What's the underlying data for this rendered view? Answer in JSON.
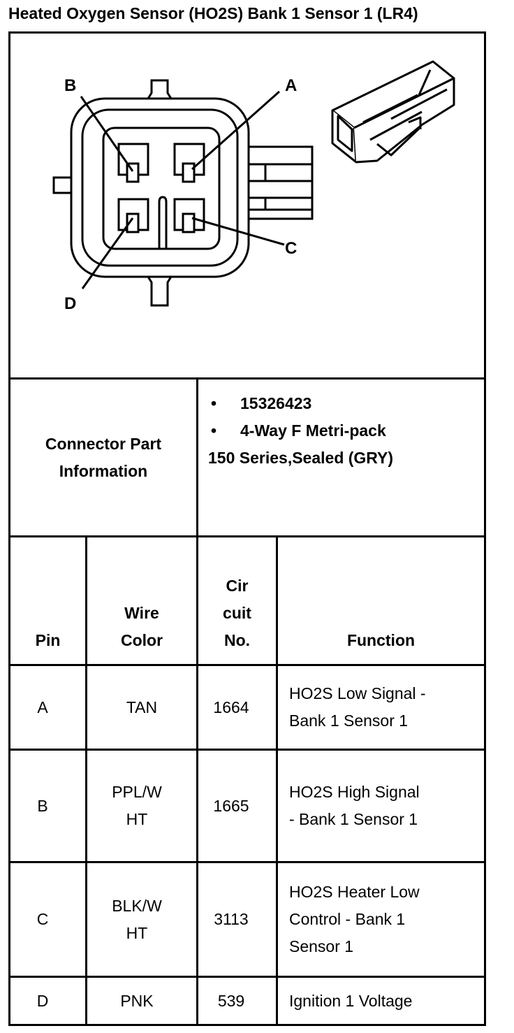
{
  "title": "Heated Oxygen Sensor (HO2S) Bank 1 Sensor 1 (LR4)",
  "diagram": {
    "pin_labels": [
      "A",
      "B",
      "C",
      "D"
    ]
  },
  "connector_info": {
    "label_line1": "Connector Part",
    "label_line2": "Information",
    "bullet_symbol": "•",
    "part_number": "15326423",
    "description_line1": "4-Way F Metri-pack",
    "description_line2": "150 Series,Sealed (GRY)"
  },
  "table": {
    "headers": {
      "pin": "Pin",
      "wire_color_line1": "Wire",
      "wire_color_line2": "Color",
      "circuit_line1": "Cir",
      "circuit_line2": "cuit",
      "circuit_line3": "No.",
      "function": "Function"
    },
    "rows": [
      {
        "pin": "A",
        "wire": [
          "TAN"
        ],
        "circuit": "1664",
        "function": [
          "HO2S Low Signal -",
          "Bank 1 Sensor 1"
        ]
      },
      {
        "pin": "B",
        "wire": [
          "PPL/W",
          "HT"
        ],
        "circuit": "1665",
        "function": [
          "HO2S High Signal",
          "- Bank 1 Sensor 1"
        ]
      },
      {
        "pin": "C",
        "wire": [
          "BLK/W",
          "HT"
        ],
        "circuit": "3113",
        "function": [
          "HO2S Heater Low",
          "Control - Bank 1",
          "Sensor 1"
        ]
      },
      {
        "pin": "D",
        "wire": [
          "PNK"
        ],
        "circuit": "539",
        "function": [
          "Ignition 1 Voltage"
        ]
      }
    ]
  }
}
